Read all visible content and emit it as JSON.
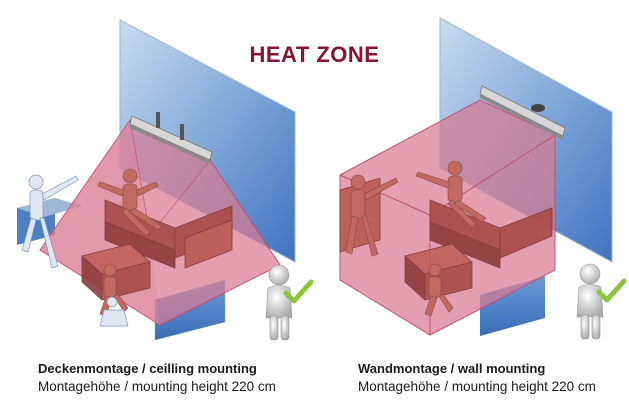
{
  "title": "HEAT ZONE",
  "colors": {
    "title": "#8a1430",
    "zone": "#d87a92",
    "wall": "#5a88c8",
    "furniture": "#b0504c",
    "check": "#8cc63f",
    "figure": "#d8d8d8"
  },
  "panels": [
    {
      "caption_main": "Deckenmontage / ceilling mounting",
      "caption_sub": "Montagehöhe / mounting height 220 cm"
    },
    {
      "caption_main": "Wandmontage / wall mounting",
      "caption_sub": "Montagehöhe / mounting height 220 cm"
    }
  ],
  "icons": [
    "heater-icon",
    "person-icon",
    "check-icon"
  ]
}
